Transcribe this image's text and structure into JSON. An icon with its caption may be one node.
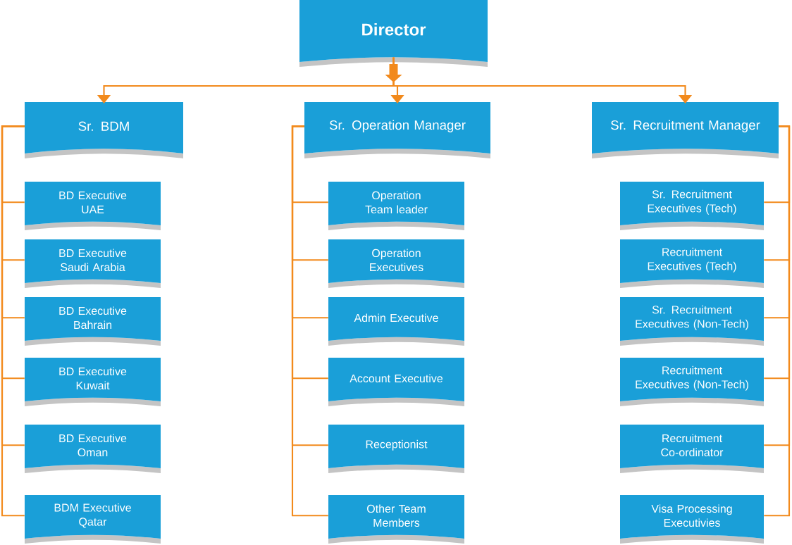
{
  "diagram": {
    "nodes": [
      {
        "text": [
          "Director"
        ]
      },
      {
        "text": [
          "Sr. BDM"
        ]
      },
      {
        "text": [
          "Sr. Operation Manager"
        ]
      },
      {
        "text": [
          "Sr. Recruitment Manager"
        ]
      },
      {
        "text": [
          "BD Executive UAE"
        ]
      },
      {
        "text": [
          "BD Executive Saudi Arabia"
        ]
      },
      {
        "text": [
          "BD Executive Bahrain"
        ]
      },
      {
        "text": [
          "BD Executive Kuwait"
        ]
      },
      {
        "text": [
          "BD Executive Oman"
        ]
      },
      {
        "text": [
          "BDM Executive Qatar"
        ]
      },
      {
        "text": [
          "Operation Team leader"
        ]
      },
      {
        "text": [
          "Operation Executives"
        ]
      },
      {
        "text": [
          "Admin Executive"
        ]
      },
      {
        "text": [
          "Account Executive"
        ]
      },
      {
        "text": [
          "Receptionist"
        ]
      },
      {
        "text": [
          "Other Team Members"
        ]
      },
      {
        "text": [
          "Sr. Recruitment Executives (Tech)"
        ]
      },
      {
        "text": [
          "Recruitment Executives (Tech)"
        ]
      },
      {
        "text": [
          "Sr. Recruitment Executives (Non-Tech)"
        ]
      },
      {
        "text": [
          "Recruitment Executives (Non-Tech)"
        ]
      },
      {
        "text": [
          "Recruitment Co-ordinator"
        ]
      },
      {
        "text": [
          "Visa Processing Executivies"
        ]
      }
    ],
    "edges": [
      {
        "from": 0,
        "to": 1,
        "arrow": "to"
      },
      {
        "from": 0,
        "to": 2,
        "arrow": "to"
      },
      {
        "from": 0,
        "to": 3,
        "arrow": "to"
      },
      {
        "from": 1,
        "to": 4,
        "arrow": "none"
      },
      {
        "from": 1,
        "to": 5,
        "arrow": "none"
      },
      {
        "from": 1,
        "to": 6,
        "arrow": "none"
      },
      {
        "from": 1,
        "to": 7,
        "arrow": "none"
      },
      {
        "from": 1,
        "to": 8,
        "arrow": "none"
      },
      {
        "from": 1,
        "to": 9,
        "arrow": "none"
      },
      {
        "from": 2,
        "to": 10,
        "arrow": "none"
      },
      {
        "from": 2,
        "to": 11,
        "arrow": "none"
      },
      {
        "from": 2,
        "to": 12,
        "arrow": "none"
      },
      {
        "from": 2,
        "to": 13,
        "arrow": "none"
      },
      {
        "from": 2,
        "to": 14,
        "arrow": "none"
      },
      {
        "from": 2,
        "to": 15,
        "arrow": "none"
      },
      {
        "from": 3,
        "to": 16,
        "arrow": "none"
      },
      {
        "from": 3,
        "to": 17,
        "arrow": "none"
      },
      {
        "from": 3,
        "to": 18,
        "arrow": "none"
      },
      {
        "from": 3,
        "to": 19,
        "arrow": "none"
      },
      {
        "from": 3,
        "to": 20,
        "arrow": "none"
      },
      {
        "from": 3,
        "to": 21,
        "arrow": "none"
      }
    ]
  }
}
